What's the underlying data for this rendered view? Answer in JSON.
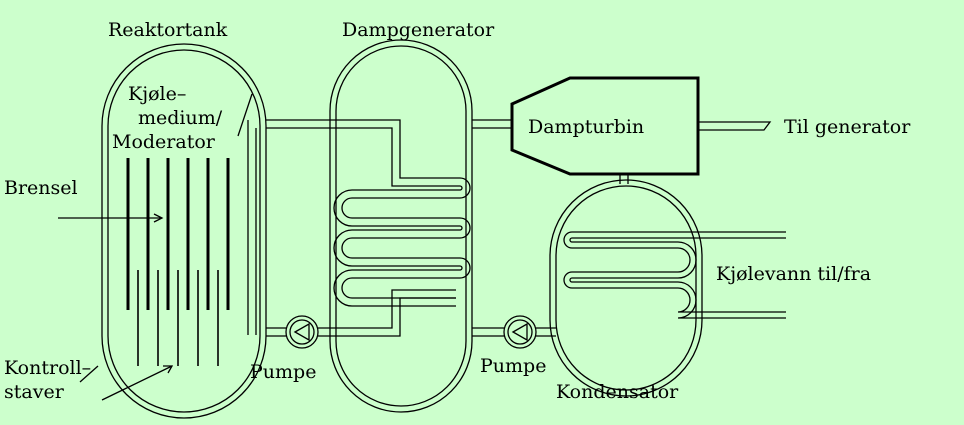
{
  "labels": {
    "reactor_tank": "Reaktortank",
    "steam_generator": "Dampgenerator",
    "coolant_1": "Kjøle–",
    "coolant_2": "medium/",
    "coolant_3": "Moderator",
    "fuel": "Brensel",
    "control_1": "Kontroll–",
    "control_2": "staver",
    "turbine": "Dampturbin",
    "to_generator": "Til generator",
    "cooling_water": "Kjølevann til/fra",
    "pump_1": "Pumpe",
    "pump_2": "Pumpe",
    "condenser": "Kondensator"
  },
  "colors": {
    "background": "#ccffcc",
    "ink": "#000000"
  }
}
